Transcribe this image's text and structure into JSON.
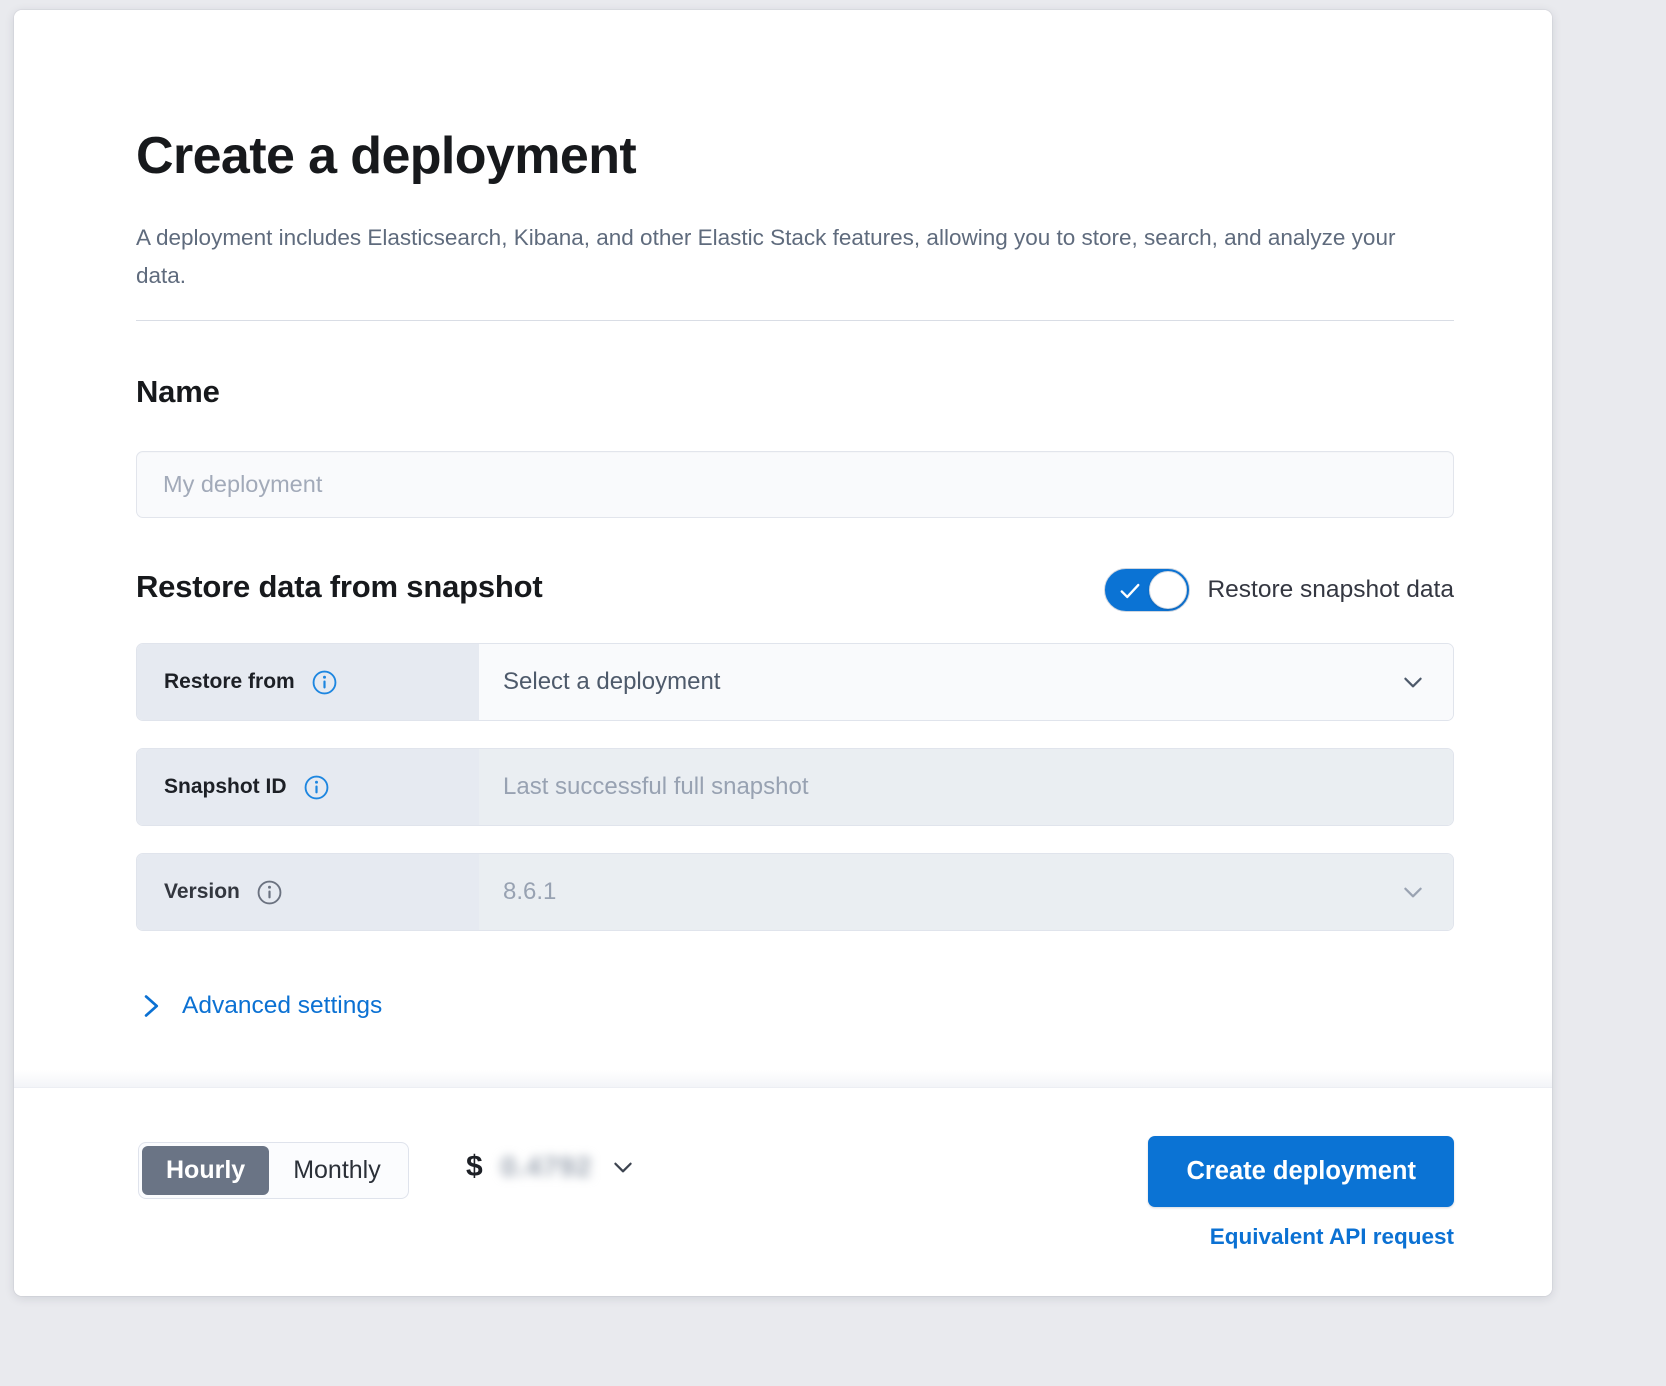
{
  "header": {
    "title": "Create a deployment",
    "description": "A deployment includes Elasticsearch, Kibana, and other Elastic Stack features, allowing you to store, search, and analyze your data."
  },
  "name_section": {
    "title": "Name",
    "input_placeholder": "My deployment",
    "input_value": ""
  },
  "restore_section": {
    "title": "Restore data from snapshot",
    "toggle_label": "Restore snapshot data",
    "toggle_checked": true,
    "rows": [
      {
        "label": "Restore from",
        "value": "Select a deployment",
        "state": "enabled",
        "info_icon": "info-icon",
        "chevron_icon": "chevron-down-icon"
      },
      {
        "label": "Snapshot ID",
        "value": "Last successful full snapshot",
        "state": "disabled",
        "info_icon": "info-icon",
        "chevron_icon": ""
      },
      {
        "label": "Version",
        "value": "8.6.1",
        "state": "disabled",
        "info_icon": "info-icon",
        "chevron_icon": "chevron-down-icon"
      }
    ],
    "advanced_settings_label": "Advanced settings",
    "advanced_settings_icon": "chevron-right-icon"
  },
  "footer": {
    "billing_options": [
      {
        "label": "Hourly",
        "selected": true
      },
      {
        "label": "Monthly",
        "selected": false
      }
    ],
    "price_currency": "$",
    "price_value": "0.4792",
    "price_redacted": true,
    "price_chevron_icon": "chevron-down-icon",
    "create_button_label": "Create deployment",
    "api_link_label": "Equivalent API request"
  },
  "colors": {
    "accent_blue": "#0b73d4",
    "link_blue": "#0b71d3",
    "heading": "#17191c",
    "muted_text": "#5f6b7d",
    "row_label_bg": "#e6eaf1",
    "segment_active_bg": "#6a7485",
    "page_bg": "#e9eaee"
  }
}
